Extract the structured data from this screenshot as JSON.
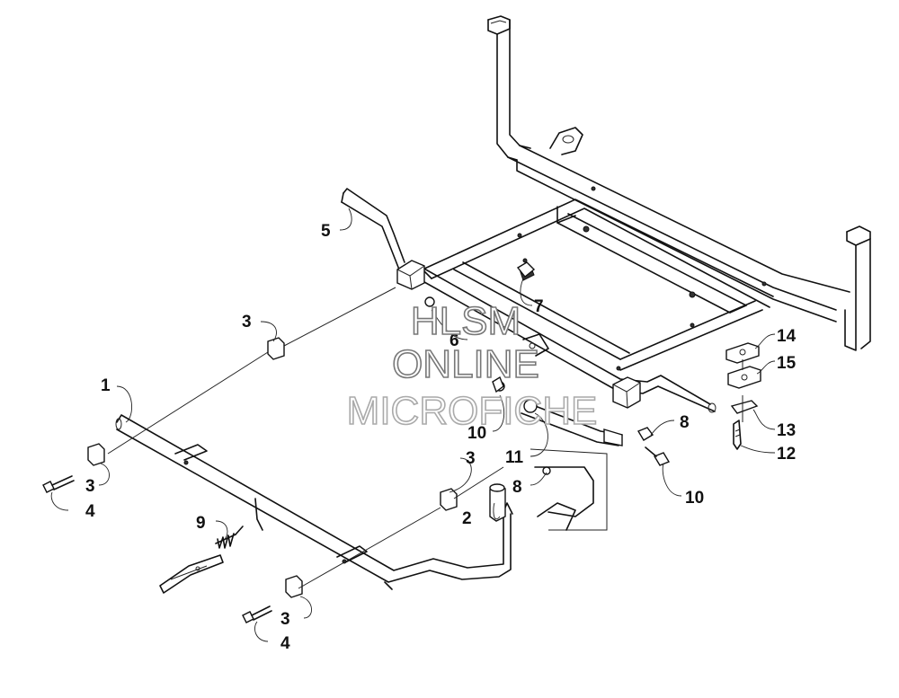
{
  "watermark": {
    "line1": "HLSM",
    "line2": "ONLINE",
    "line3": "MICROFICHE"
  },
  "callouts": [
    {
      "id": "c1",
      "label": "1"
    },
    {
      "id": "c2",
      "label": "2"
    },
    {
      "id": "c3a",
      "label": "3"
    },
    {
      "id": "c3b",
      "label": "3"
    },
    {
      "id": "c3c",
      "label": "3"
    },
    {
      "id": "c3d",
      "label": "3"
    },
    {
      "id": "c4a",
      "label": "4"
    },
    {
      "id": "c4b",
      "label": "4"
    },
    {
      "id": "c5",
      "label": "5"
    },
    {
      "id": "c6",
      "label": "6"
    },
    {
      "id": "c7",
      "label": "7"
    },
    {
      "id": "c8a",
      "label": "8"
    },
    {
      "id": "c8b",
      "label": "8"
    },
    {
      "id": "c9",
      "label": "9"
    },
    {
      "id": "c10a",
      "label": "10"
    },
    {
      "id": "c10b",
      "label": "10"
    },
    {
      "id": "c11",
      "label": "11"
    },
    {
      "id": "c12",
      "label": "12"
    },
    {
      "id": "c13",
      "label": "13"
    },
    {
      "id": "c14",
      "label": "14"
    },
    {
      "id": "c15",
      "label": "15"
    }
  ]
}
